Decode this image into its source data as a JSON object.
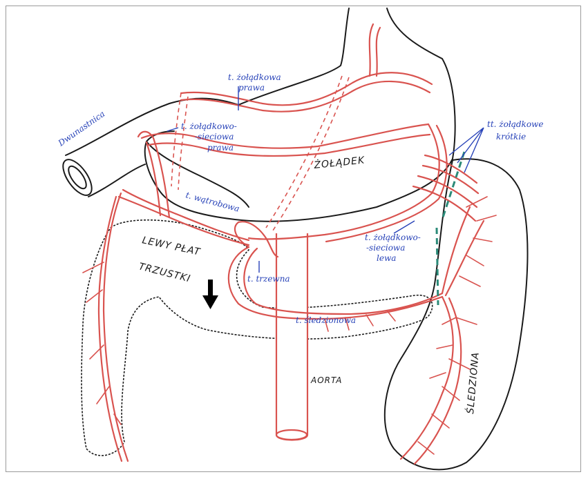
{
  "labels": {
    "duodenum": "Dwunastnica",
    "a_gastric_right": "t. żołądkowa\nprawa",
    "a_gastroepiploic_right": "t. żołądkowo-\n-sieciowa\nprawa",
    "stomach": "ŻOŁĄDEK",
    "aa_gastric_short": "tt. żołądkowe\nkrótkie",
    "a_hepatic": "t. wątrobowa",
    "pancreas_left_lobe": "LEWY PŁAT\nTRZUSTKI",
    "a_celiac": "t. trzewna",
    "a_gastroepiploic_left": "t. żołądkowo-\n-sieciowa\nlewa",
    "a_splenic": "t. śledzionowa",
    "aorta": "AORTA",
    "spleen": "ŚLEDZIONA"
  },
  "colors": {
    "vessel": "#d9534f",
    "label_blue": "#2742b8",
    "outline": "#1a1a1a",
    "cut_line": "#2b8a78"
  }
}
